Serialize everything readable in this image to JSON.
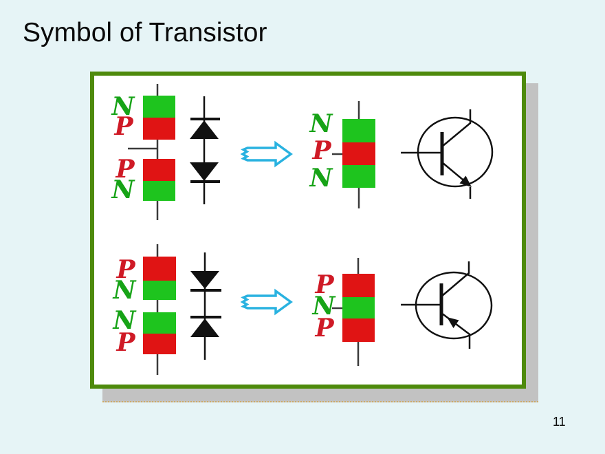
{
  "slide": {
    "title": "Symbol of Transistor",
    "page_number": "11"
  },
  "colors": {
    "background": "#e6f4f6",
    "frame_green": "#4e8a0c",
    "shadow_gray": "#c2c2c2",
    "n_region_green": "#1ec41e",
    "p_region_red": "#e01414",
    "n_label_green": "#17a317",
    "p_label_red": "#cf1a26",
    "arrow_cyan": "#29b2e0",
    "wire_gray": "#3a3a3a",
    "symbol_black": "#111111"
  },
  "diagram": {
    "npn": {
      "split_stack_labels": [
        "N",
        "P",
        "P",
        "N"
      ],
      "merged_stack_labels": [
        "N",
        "P",
        "N"
      ]
    },
    "pnp": {
      "split_stack_labels": [
        "P",
        "N",
        "N",
        "P"
      ],
      "merged_stack_labels": [
        "P",
        "N",
        "P"
      ]
    }
  }
}
